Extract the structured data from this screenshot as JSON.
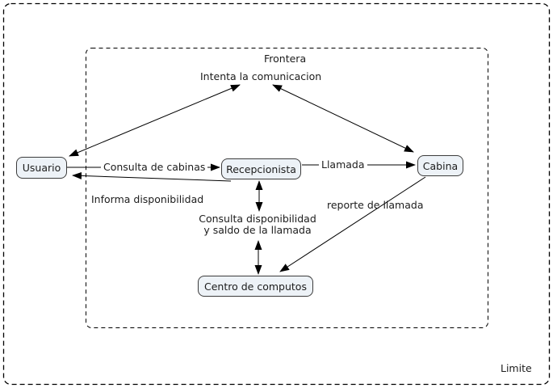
{
  "diagram": {
    "type": "communication-diagram",
    "background": "#ffffff",
    "boundaries": {
      "outer": {
        "label": "Limite",
        "style": "dashed"
      },
      "inner": {
        "label": "Frontera",
        "style": "dashed"
      }
    },
    "nodes": [
      {
        "id": "usuario",
        "label": "Usuario"
      },
      {
        "id": "recepcionista",
        "label": "Recepcionista"
      },
      {
        "id": "cabina",
        "label": "Cabina"
      },
      {
        "id": "centro_de_computos",
        "label": "Centro de computos"
      }
    ],
    "edges": [
      {
        "id": "intenta_la_comunicacion",
        "label": "Intenta la comunicacion",
        "from": "usuario",
        "to": "cabina",
        "direction": "both"
      },
      {
        "id": "consulta_de_cabinas",
        "label": "Consulta de cabinas",
        "from": "usuario",
        "to": "recepcionista",
        "direction": "forward"
      },
      {
        "id": "informa_disponibilidad",
        "label": "Informa disponibilidad",
        "from": "recepcionista",
        "to": "usuario",
        "direction": "forward"
      },
      {
        "id": "llamada",
        "label": "Llamada",
        "from": "recepcionista",
        "to": "cabina",
        "direction": "forward"
      },
      {
        "id": "consulta_disponibilidad_y_saldo",
        "label_line1": "Consulta disponibilidad",
        "label_line2": "y saldo de la llamada",
        "from": "recepcionista",
        "to": "centro_de_computos",
        "direction": "both"
      },
      {
        "id": "reporte_de_llamada",
        "label": "reporte de llamada",
        "from": "cabina",
        "to": "centro_de_computos",
        "direction": "forward"
      }
    ],
    "colors": {
      "node_fill": "#edf2f7",
      "node_border": "#3c3c3c",
      "line": "#000000",
      "text": "#1c1c1c",
      "background": "#ffffff"
    }
  }
}
